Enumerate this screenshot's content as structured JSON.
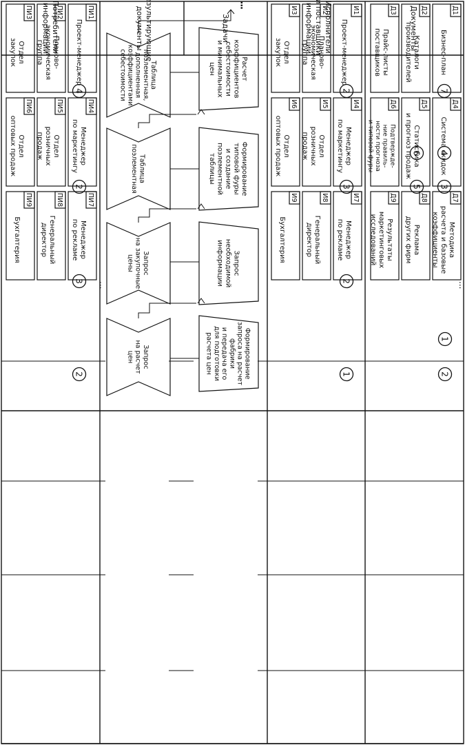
{
  "rows": {
    "documents": "Документы",
    "executors": [
      "Исполнители",
      "и поставщики",
      "информации"
    ],
    "tasks": "Задачи",
    "result_docs": [
      "Результирующие",
      "документы"
    ],
    "consumers": [
      "Потребители",
      "информации"
    ]
  },
  "documents": [
    {
      "code": "Д1",
      "lines": [
        "Бизнес-план"
      ]
    },
    {
      "code": "Д2",
      "lines": [
        "Каталоги",
        "производителей"
      ]
    },
    {
      "code": "Д3",
      "lines": [
        "Прайс-листы",
        "поставщиков"
      ]
    },
    {
      "code": "Д4",
      "lines": [
        "Система скидок"
      ]
    },
    {
      "code": "Д5",
      "lines": [
        "Статистика",
        "и прогноз продаж"
      ]
    },
    {
      "code": "Д6",
      "lines": [
        "Подтвержде-",
        "ние правиль-",
        "ности прогноза",
        "и типовой фуры"
      ]
    },
    {
      "code": "Д7",
      "lines": [
        "Методика",
        "расчета и базовые",
        "коэффициенты"
      ]
    },
    {
      "code": "Д8",
      "lines": [
        "Реклама",
        "других фирм"
      ]
    },
    {
      "code": "Д9",
      "lines": [
        "Результаты",
        "маркетинговых",
        "исследований"
      ]
    }
  ],
  "executors": [
    {
      "code": "И1",
      "lines": [
        "Проект-менеджер"
      ]
    },
    {
      "code": "И2",
      "lines": [
        "Планово-",
        "экономическая",
        "группа"
      ]
    },
    {
      "code": "И3",
      "lines": [
        "Отдел",
        "закупок"
      ]
    },
    {
      "code": "И4",
      "lines": [
        "Менеджер",
        "по маркетингу"
      ]
    },
    {
      "code": "И5",
      "lines": [
        "Отдел",
        "розничных",
        "продаж"
      ]
    },
    {
      "code": "И6",
      "lines": [
        "Отдел",
        "оптовых продаж"
      ]
    },
    {
      "code": "И7",
      "lines": [
        "Менеджер",
        "по рекламе"
      ]
    },
    {
      "code": "И8",
      "lines": [
        "Генеральный",
        "директор"
      ]
    },
    {
      "code": "И9",
      "lines": [
        "Бухгалтерия"
      ]
    }
  ],
  "consumers": [
    {
      "code": "ПИ1",
      "lines": [
        "Проект-менеджер"
      ]
    },
    {
      "code": "ПИ2",
      "lines": [
        "Планово-",
        "экономическая",
        "группа"
      ]
    },
    {
      "code": "ПИ3",
      "lines": [
        "Отдел",
        "закупок"
      ]
    },
    {
      "code": "ПИ4",
      "lines": [
        "Менеджер",
        "по маркетингу"
      ]
    },
    {
      "code": "ПИ5",
      "lines": [
        "Отдел",
        "розничных",
        "продаж"
      ]
    },
    {
      "code": "ПИ6",
      "lines": [
        "Отдел",
        "оптовых продаж"
      ]
    },
    {
      "code": "ПИ7",
      "lines": [
        "Менеджер",
        "по рекламе"
      ]
    },
    {
      "code": "ПИ8",
      "lines": [
        "Генеральный",
        "директор"
      ]
    },
    {
      "code": "ПИ9",
      "lines": [
        "Бухгалтерия"
      ]
    }
  ],
  "ellipsis": "...",
  "tasks": [
    [
      "Формирование",
      "запроса на расчет",
      "фабрики",
      "и передача его",
      "для подготовки",
      "расчета цен"
    ],
    [
      "Запрос",
      "необходимой",
      "информации"
    ],
    [
      "Формирование",
      "типовой фуры",
      "и создание",
      "поэлементной",
      "таблицы"
    ],
    [
      "Расчет",
      "коэффициентов",
      "себестоимости",
      "и минимальных",
      "цен"
    ]
  ],
  "results": [
    [
      "Запрос",
      "на расчет",
      "цен"
    ],
    [
      "Запрос",
      "на закупочные",
      "цены"
    ],
    [
      "Таблица",
      "поэлементная"
    ],
    [
      "Таблица",
      "поэлементная,",
      "дополненная",
      "коэффициентами",
      "себестоимости"
    ]
  ],
  "markers": {
    "doc_col1": [
      "1",
      "2"
    ],
    "doc_col3": [
      "3",
      "4",
      "5",
      "6"
    ],
    "doc_col4": [
      "7"
    ],
    "exec": [
      "1",
      "2",
      "3",
      "2"
    ],
    "cons": [
      "2",
      "3",
      "2",
      "4"
    ]
  }
}
